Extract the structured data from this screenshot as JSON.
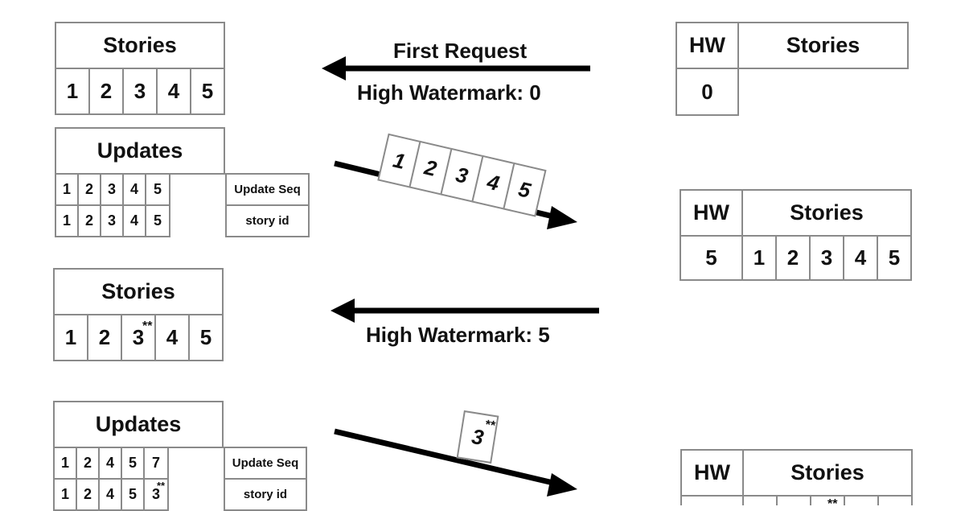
{
  "block1": {
    "title": "Stories",
    "cells": [
      "1",
      "2",
      "3",
      "4",
      "5"
    ]
  },
  "request1": {
    "label": "First Request",
    "watermark": "High Watermark: 0"
  },
  "client1": {
    "hw_header": "HW",
    "stories_header": "Stories",
    "hw_value": "0"
  },
  "updates1": {
    "title": "Updates",
    "seq": [
      "1",
      "2",
      "3",
      "4",
      "5"
    ],
    "ids": [
      "1",
      "2",
      "3",
      "4",
      "5"
    ],
    "seq_label": "Update Seq",
    "id_label": "story id"
  },
  "response1": {
    "cards": [
      "1",
      "2",
      "3",
      "4",
      "5"
    ]
  },
  "client2": {
    "hw_header": "HW",
    "stories_header": "Stories",
    "hw_value": "5",
    "cells": [
      "1",
      "2",
      "3",
      "4",
      "5"
    ]
  },
  "block2": {
    "title": "Stories",
    "cells": [
      "1",
      "2",
      "3",
      "4",
      "5"
    ],
    "mark": "**"
  },
  "request2": {
    "watermark": "High Watermark: 5"
  },
  "updates2": {
    "title": "Updates",
    "seq": [
      "1",
      "2",
      "4",
      "5",
      "7"
    ],
    "ids": [
      "1",
      "2",
      "4",
      "5",
      "3"
    ],
    "mark": "**",
    "seq_label": "Update Seq",
    "id_label": "story id"
  },
  "response2": {
    "card": "3",
    "mark": "**"
  },
  "client3": {
    "hw_header": "HW",
    "stories_header": "Stories",
    "mark": "**"
  }
}
